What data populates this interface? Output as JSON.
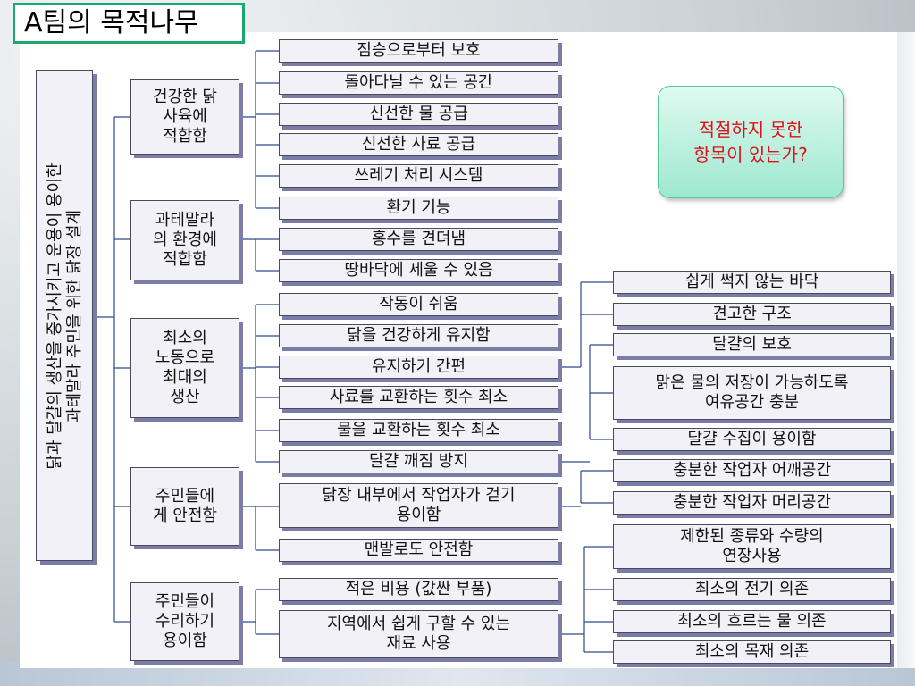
{
  "title": "A팀의 목적나무",
  "root": {
    "line1": "닭과 달걀의 생산을 증가시키고 운용이 용이한",
    "line2": "과테말라 주민을 위한 닭장 설계"
  },
  "question": {
    "line1": "적절하지 못한",
    "line2": "항목이 있는가?"
  },
  "goals": [
    {
      "line1": "건강한 닭",
      "line2": "사육에",
      "line3": "적합함"
    },
    {
      "line1": "과테말라",
      "line2": "의 환경에",
      "line3": "적합함"
    },
    {
      "line1": "최소의",
      "line2": "노동으로",
      "line3": "최대의",
      "line4": "생산"
    },
    {
      "line1": "주민들에",
      "line2": "게 안전함"
    },
    {
      "line1": "주민들이",
      "line2": "수리하기",
      "line3": "용이함"
    }
  ],
  "mid": [
    {
      "line1": "짐승으로부터 보호"
    },
    {
      "line1": "돌아다닐 수 있는 공간"
    },
    {
      "line1": "신선한 물 공급"
    },
    {
      "line1": "신선한 사료 공급"
    },
    {
      "line1": "쓰레기 처리 시스템"
    },
    {
      "line1": "환기 기능"
    },
    {
      "line1": "홍수를 견뎌냄"
    },
    {
      "line1": "땅바닥에 세울 수 있음"
    },
    {
      "line1": "작동이 쉬움"
    },
    {
      "line1": "닭을 건강하게 유지함"
    },
    {
      "line1": "유지하기 간편"
    },
    {
      "line1": "사료를 교환하는 횟수 최소"
    },
    {
      "line1": "물을 교환하는 횟수 최소"
    },
    {
      "line1": "달걀 깨짐 방지"
    },
    {
      "line1": "닭장 내부에서 작업자가 걷기",
      "line2": "용이함"
    },
    {
      "line1": "맨발로도 안전함"
    },
    {
      "line1": "적은 비용 (값싼 부품)"
    },
    {
      "line1": "지역에서 쉽게 구할 수 있는",
      "line2": "재료 사용"
    }
  ],
  "leaves": [
    {
      "line1": "쉽게 썩지 않는 바닥"
    },
    {
      "line1": "견고한 구조"
    },
    {
      "line1": "달걀의 보호"
    },
    {
      "line1": "맑은 물의 저장이 가능하도록",
      "line2": "여유공간 충분"
    },
    {
      "line1": "달걀 수집이 용이함"
    },
    {
      "line1": "충분한 작업자 어깨공간"
    },
    {
      "line1": "충분한 작업자 머리공간"
    },
    {
      "line1": "제한된 종류와 수량의",
      "line2": "연장사용"
    },
    {
      "line1": "최소의 전기 의존"
    },
    {
      "line1": "최소의 흐르는 물 의존"
    },
    {
      "line1": "최소의 목재 의존"
    }
  ],
  "colors": {
    "accent_border": "#19a96e",
    "question_text": "#e0101a",
    "box_shadow": "#7c7ca8"
  }
}
